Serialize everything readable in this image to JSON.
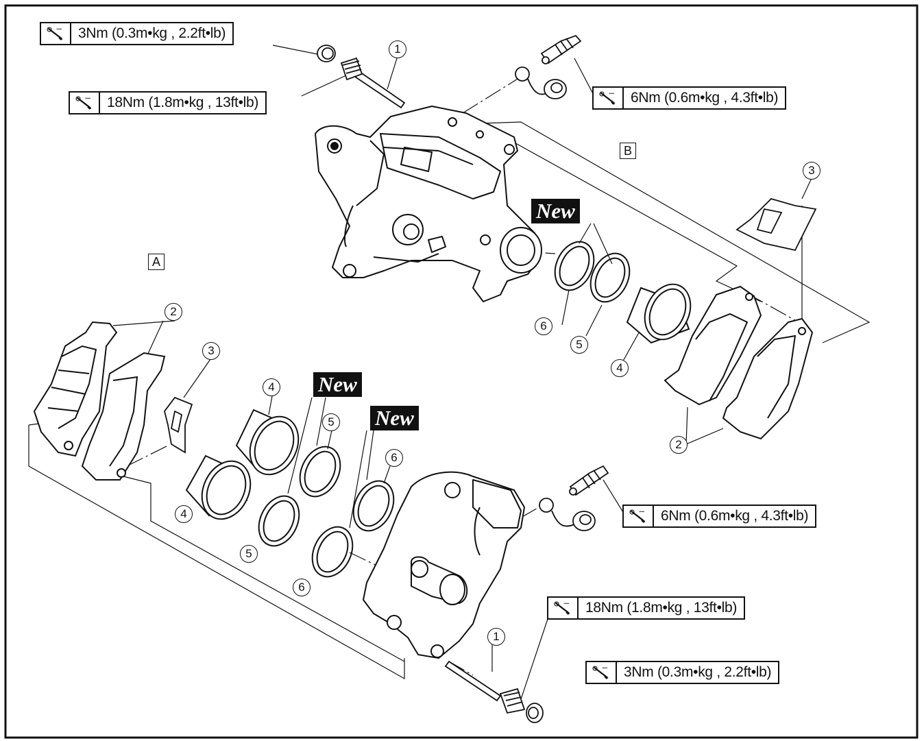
{
  "torque_specs": [
    {
      "id": "t1",
      "value": "3Nm (0.3m•kg , 2.2ft•lb)"
    },
    {
      "id": "t2",
      "value": "18Nm (1.8m•kg , 13ft•lb)"
    },
    {
      "id": "t3",
      "value": "6Nm (0.6m•kg , 4.3ft•lb)"
    },
    {
      "id": "t4",
      "value": "6Nm (0.6m•kg , 4.3ft•lb)"
    },
    {
      "id": "t5",
      "value": "18Nm (1.8m•kg , 13ft•lb)"
    },
    {
      "id": "t6",
      "value": "3Nm (0.3m•kg , 2.2ft•lb)"
    }
  ],
  "new_badges": [
    "New",
    "New",
    "New"
  ],
  "view_labels": {
    "a": "A",
    "b": "B"
  },
  "part_numbers": {
    "bolt": "1",
    "pad": "2",
    "spring": "3",
    "piston": "4",
    "dust_seal": "5",
    "piston_seal": "6"
  },
  "icon": "torque-wrench-icon"
}
